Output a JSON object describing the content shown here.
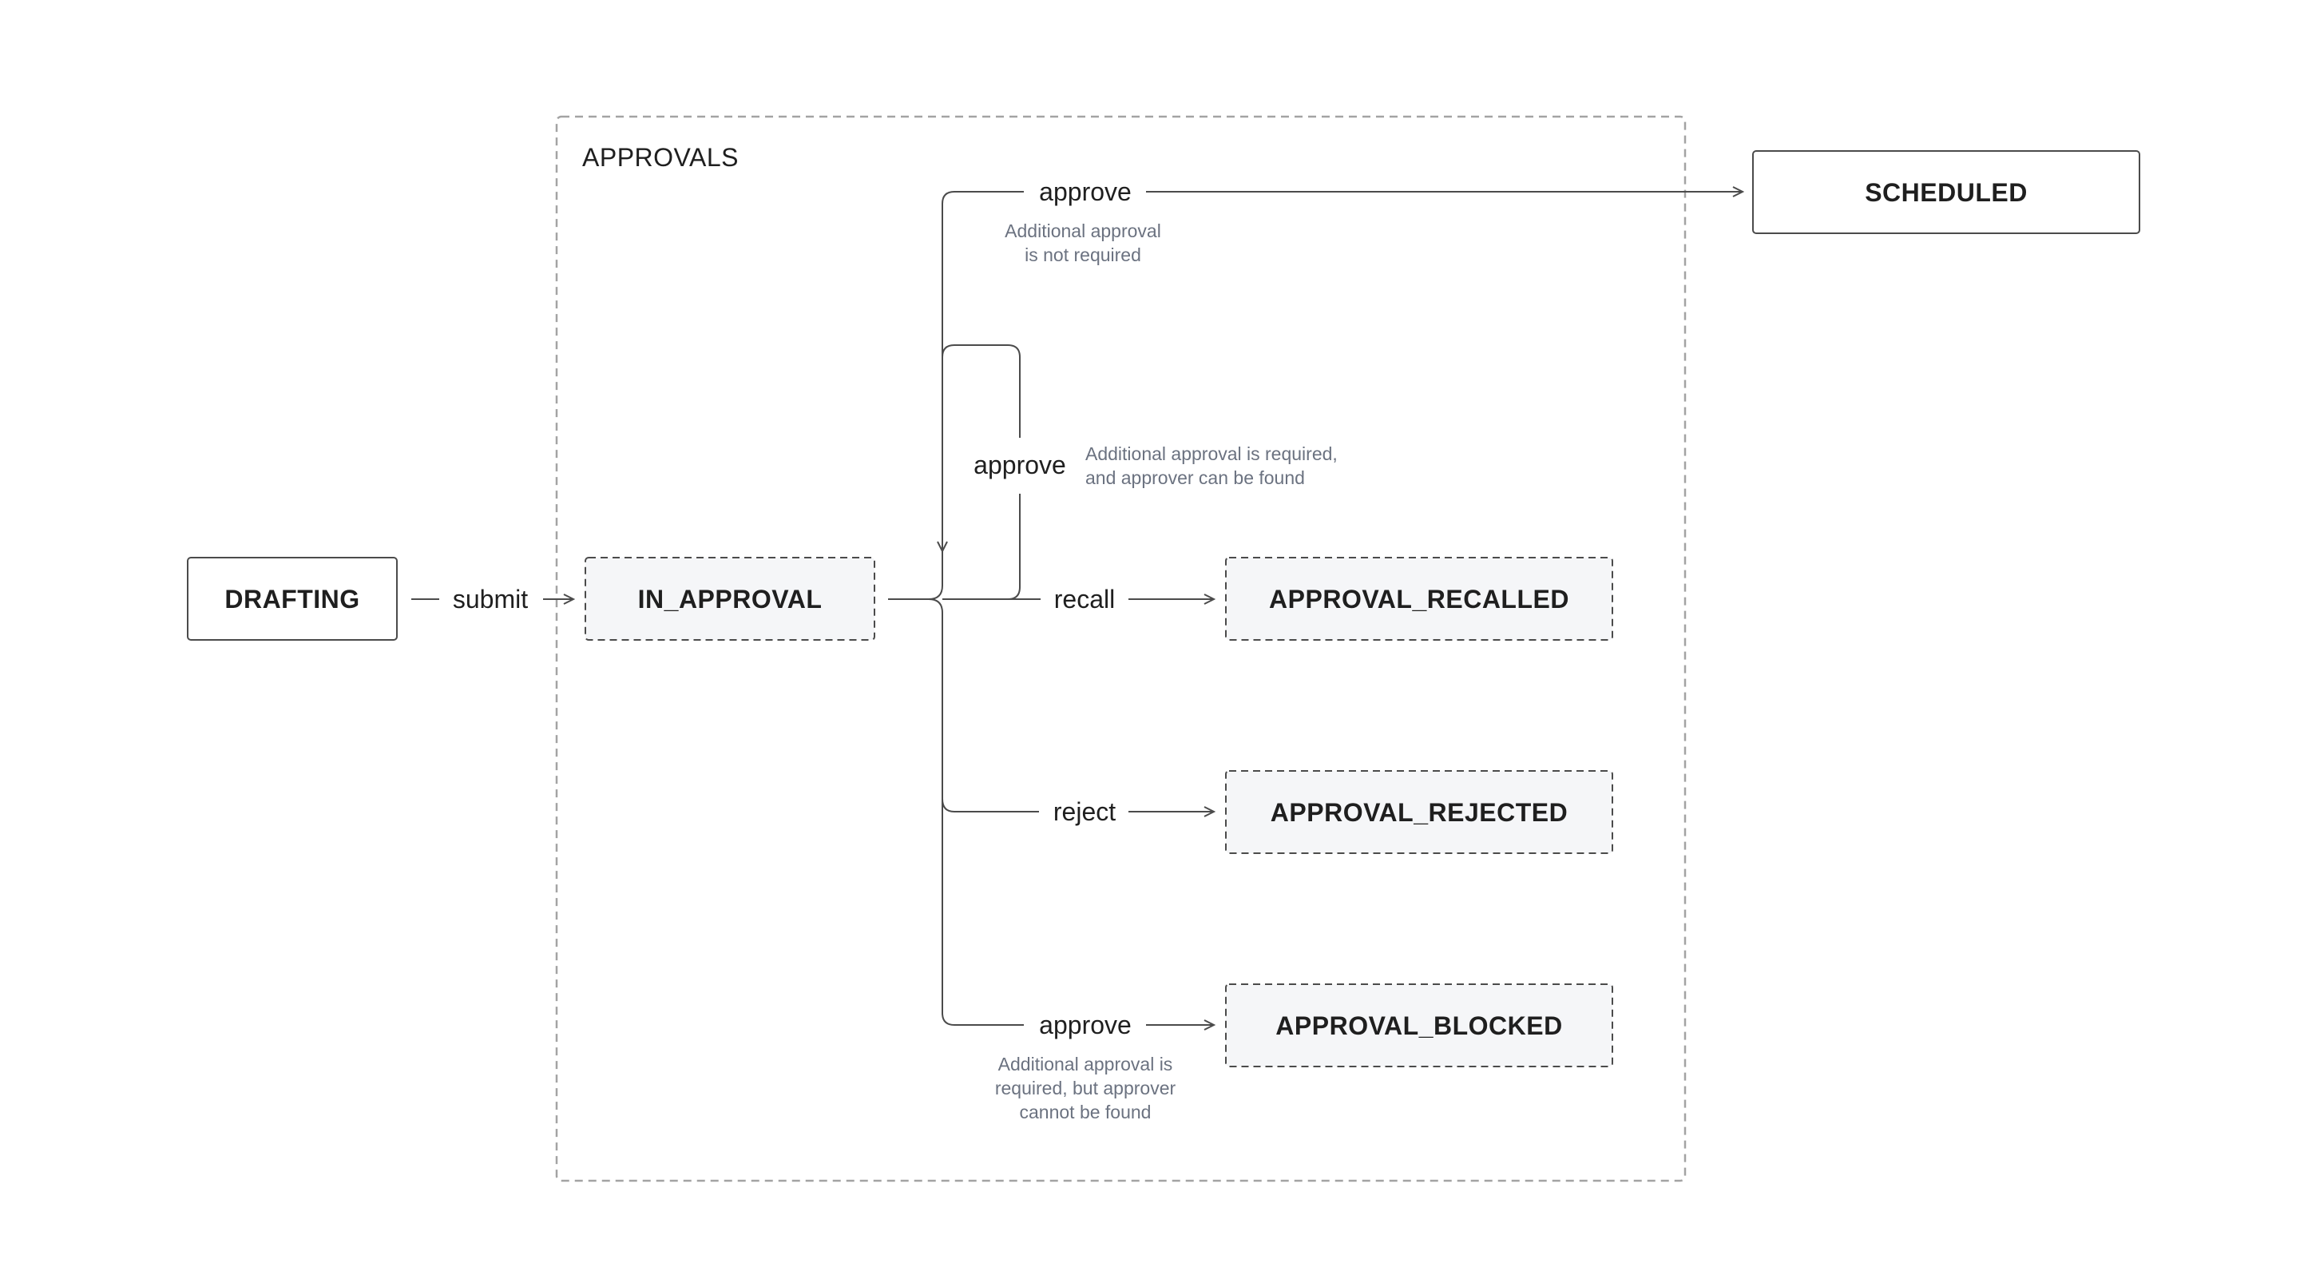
{
  "group": {
    "label": "APPROVALS"
  },
  "states": {
    "drafting": "DRAFTING",
    "in_approval": "IN_APPROVAL",
    "scheduled": "SCHEDULED",
    "approval_recalled": "APPROVAL_RECALLED",
    "approval_rejected": "APPROVAL_REJECTED",
    "approval_blocked": "APPROVAL_BLOCKED"
  },
  "transitions": {
    "submit": "submit",
    "approve_scheduled": "approve",
    "approve_scheduled_note": [
      "Additional approval",
      "is not required"
    ],
    "approve_loop": "approve",
    "approve_loop_note": [
      "Additional approval is required,",
      "and approver can be found"
    ],
    "recall": "recall",
    "reject": "reject",
    "approve_blocked": "approve",
    "approve_blocked_note": [
      "Additional approval is",
      "required, but approver",
      "cannot be found"
    ]
  },
  "colors": {
    "stroke": "#4b4b4b",
    "dashed_fill": "#f5f6f8",
    "group_border": "#a3a3a3",
    "note_text": "#6b7280"
  }
}
